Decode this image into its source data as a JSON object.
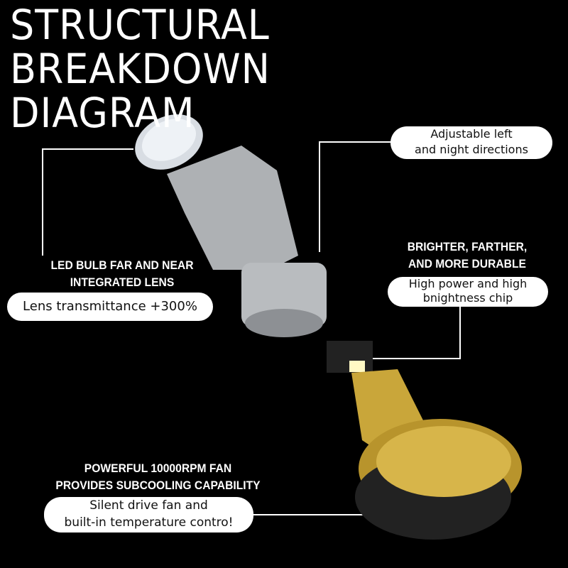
{
  "title": {
    "line1": "STRUCTURAL BREAKDOWN",
    "line2": "DIAGRAM"
  },
  "callouts": {
    "lens": {
      "heading1": "LED BULB FAR AND NEAR",
      "heading2": "INTEGRATED LENS",
      "pill": "Lens transmittance +300%"
    },
    "adjust": {
      "pill1": "Adjustable left",
      "pill2": "and night directions"
    },
    "chip": {
      "heading1": "BRIGHTER, FARTHER,",
      "heading2": "AND MORE DURABLE",
      "pill1": "High power and high",
      "pill2": "bnightness chip"
    },
    "fan": {
      "heading1": "POWERFUL 10000RPM FAN",
      "heading2": "PROVIDES SUBCOOLING CAPABILITY",
      "pill1": "Silent drive fan and",
      "pill2": "built-in temperature contro!"
    }
  },
  "colors": {
    "background": "#000000",
    "housing": "#b9bcbf",
    "gold": "#c9a63a"
  }
}
